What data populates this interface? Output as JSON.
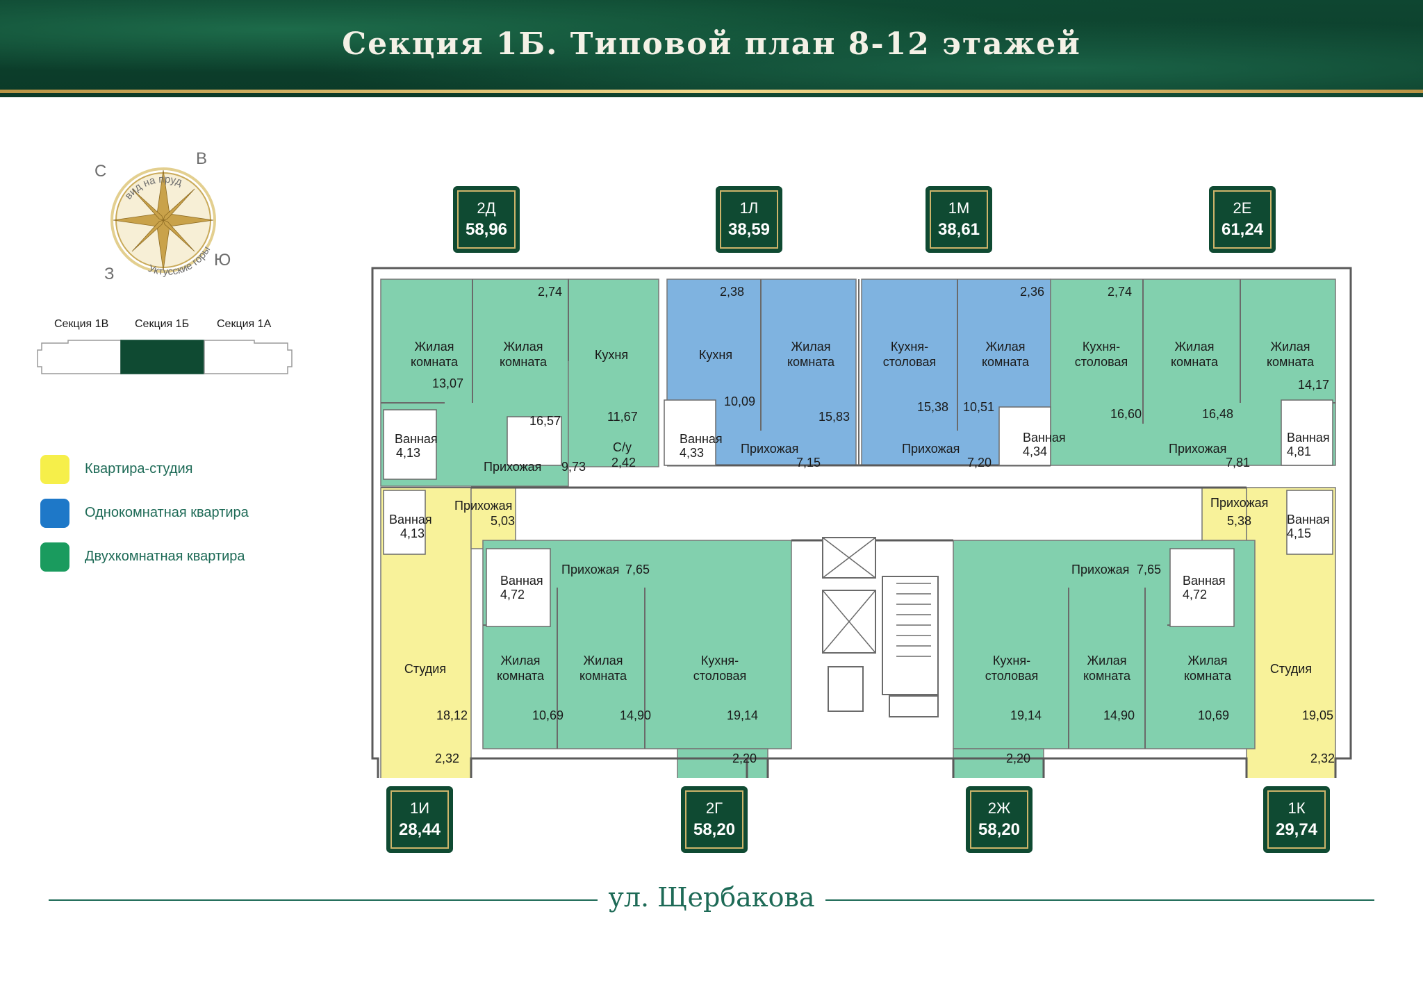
{
  "header": {
    "title": "Секция 1Б. Типовой план 8-12 этажей"
  },
  "compass": {
    "north": "С",
    "east": "В",
    "south": "Ю",
    "west": "З",
    "top_arc": "вид на пруд",
    "bottom_arc": "Уктусские горы"
  },
  "sections": {
    "left": "Секция 1В",
    "middle": "Секция 1Б",
    "right": "Секция 1А"
  },
  "legend": {
    "studio": {
      "label": "Квартира-студия",
      "color": "#f6ef4a"
    },
    "one_room": {
      "label": "Однокомнатная квартира",
      "color": "#1e78c8"
    },
    "two_room": {
      "label": "Двухкомнатная квартира",
      "color": "#1a9b5e"
    }
  },
  "colors": {
    "studio_fill": "#f8f29a",
    "one_room_fill": "#7fb3e0",
    "two_room_fill": "#82d0ae",
    "badge_bg": "#0f4a32",
    "gold": "#cdb46a",
    "street": "#1d6a56"
  },
  "apartments_top": [
    {
      "code": "2Д",
      "area": "58,96"
    },
    {
      "code": "1Л",
      "area": "38,59"
    },
    {
      "code": "1М",
      "area": "38,61"
    },
    {
      "code": "2Е",
      "area": "61,24"
    }
  ],
  "apartments_bottom": [
    {
      "code": "1И",
      "area": "28,44"
    },
    {
      "code": "2Г",
      "area": "58,20"
    },
    {
      "code": "2Ж",
      "area": "58,20"
    },
    {
      "code": "1К",
      "area": "29,74"
    }
  ],
  "rooms": {
    "r1": "Жилая\nкомната",
    "r2": "Жилая\nкомната",
    "r3": "Кухня",
    "r4": "Кухня",
    "r5": "Жилая\nкомната",
    "r6": "Кухня-\nстоловая",
    "r7": "Жилая\nкомната",
    "r8": "Кухня-\nстоловая",
    "r9": "Жилая\nкомната",
    "r10": "Жилая\nкомната",
    "r11": "Ванная",
    "r12": "Прихожая",
    "r13": "С/у",
    "r14": "Ванная",
    "r15": "Прихожая",
    "r16": "Прихожая",
    "r17": "Ванная",
    "r18": "Прихожая",
    "r19": "Ванная",
    "r20": "Ванная",
    "r21": "Прихожая",
    "r22": "Прихожая",
    "r23": "Ванная",
    "r24": "Ванная",
    "r25": "Прихожая",
    "r26": "Прихожая",
    "r27": "Ванная",
    "r28": "Студия",
    "r29": "Жилая\nкомната",
    "r30": "Жилая\nкомната",
    "r31": "Кухня-\nстоловая",
    "r32": "Кухня-\nстоловая",
    "r33": "Жилая\nкомната",
    "r34": "Жилая\nкомната",
    "r35": "Студия"
  },
  "areas": {
    "a1": "2,74",
    "a2": "2,38",
    "a3": "2,36",
    "a4": "2,74",
    "a5": "13,07",
    "a6": "16,57",
    "a7": "11,67",
    "a8": "10,09",
    "a9": "15,83",
    "a10": "15,38",
    "a11": "10,51",
    "a12": "16,60",
    "a13": "16,48",
    "a14": "14,17",
    "a15": "4,13",
    "a16": "9,73",
    "a17": "2,42",
    "a18": "4,33",
    "a19": "7,15",
    "a20": "7,20",
    "a21": "4,34",
    "a22": "7,81",
    "a23": "4,81",
    "a24": "5,03",
    "a25": "4,13",
    "a26": "5,38",
    "a27": "4,15",
    "a28": "4,72",
    "a29": "7,65",
    "a30": "7,65",
    "a31": "4,72",
    "a32": "18,12",
    "a33": "10,69",
    "a34": "14,90",
    "a35": "19,14",
    "a36": "19,14",
    "a37": "14,90",
    "a38": "10,69",
    "a39": "19,05",
    "a40": "2,32",
    "a41": "2,20",
    "a42": "2,20",
    "a43": "2,32"
  },
  "street": "ул. Щербакова"
}
